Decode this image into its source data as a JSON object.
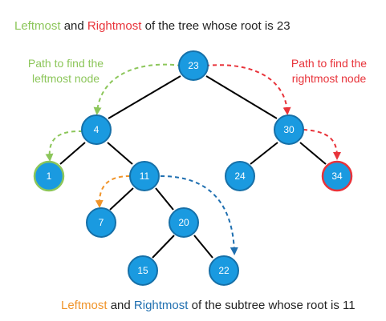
{
  "title": {
    "part1": "Leftmost",
    "part2": " and ",
    "part3": "Rightmost",
    "part4": " of the tree whose root is 23"
  },
  "left_note": [
    "Path to find the",
    "leftmost node"
  ],
  "right_note": [
    "Path to find the",
    "rightmost node"
  ],
  "bottom": {
    "part1": "Leftmost",
    "part2": " and ",
    "part3": "Rightmost",
    "part4": " of the subtree whose root is 11"
  },
  "nodes": {
    "n23": "23",
    "n4": "4",
    "n30": "30",
    "n1": "1",
    "n11": "11",
    "n24": "24",
    "n34": "34",
    "n7": "7",
    "n20": "20",
    "n15": "15",
    "n22": "22"
  },
  "colors": {
    "node_fill": "#1a9ae0",
    "node_stroke": "#1670a8",
    "edge": "#000000",
    "green": "#8cc65a",
    "red": "#e8333a",
    "orange": "#f0942a",
    "blue": "#1f6fb0",
    "green_node_fill": "#1a9ae0",
    "text_dark": "#222222"
  }
}
